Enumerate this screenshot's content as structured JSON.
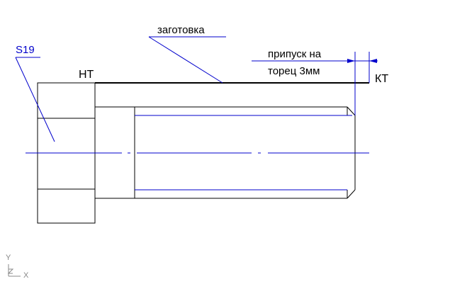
{
  "labels": {
    "blank": "заготовка",
    "allowance_line1": "припуск на",
    "allowance_line2": "торец 3мм",
    "head_size": "S19",
    "head_edge": "НТ",
    "end_edge": "КТ"
  },
  "ucs": {
    "y_axis": "Y",
    "x_axis": "X"
  },
  "colors": {
    "outline": "#000000",
    "dimension": "#0000cc",
    "background": "#ffffff",
    "ucs_icon": "#888888"
  }
}
